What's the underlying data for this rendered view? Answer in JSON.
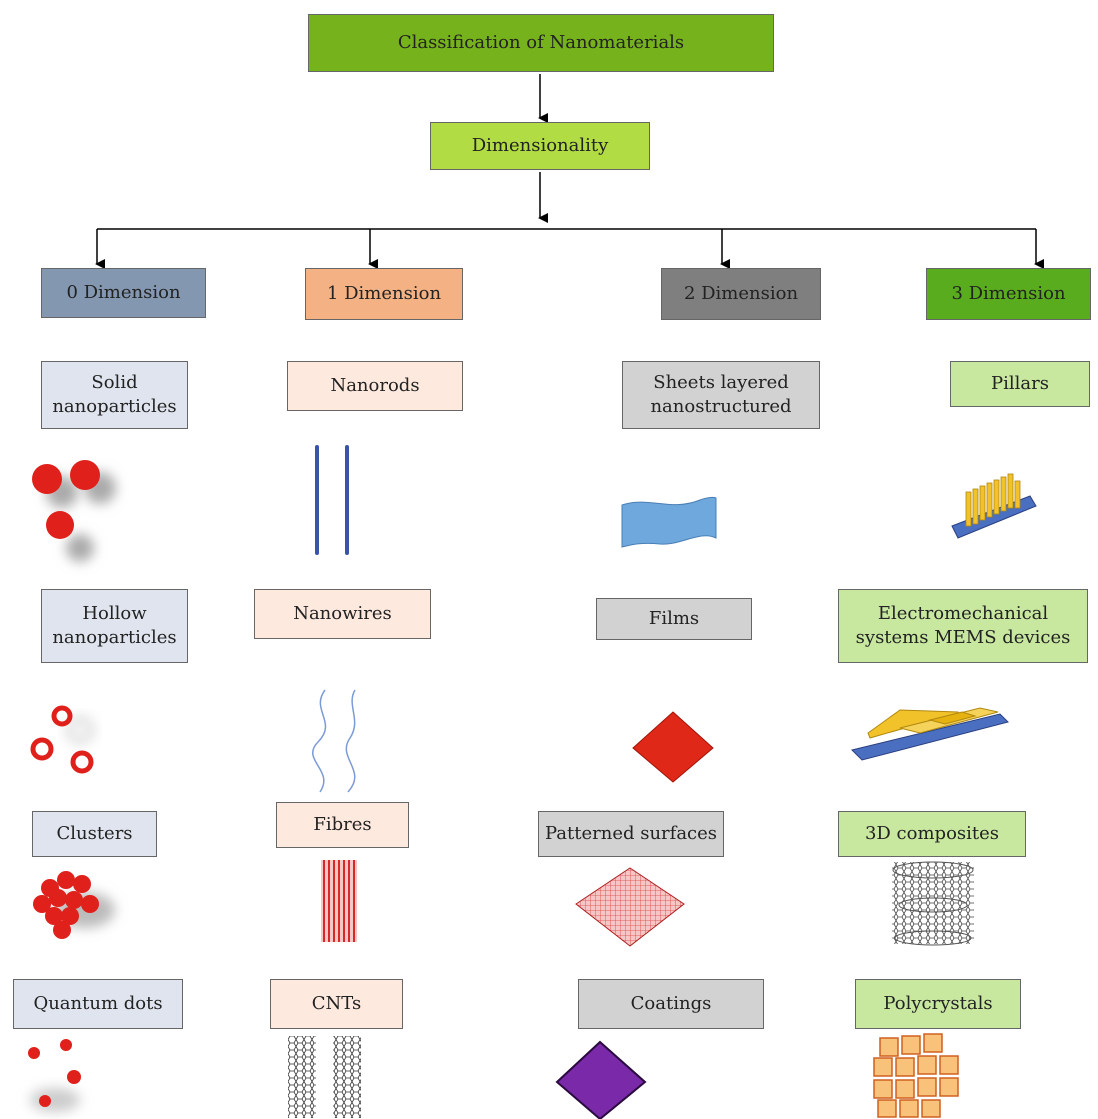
{
  "title": "Classification of Nanomaterials",
  "subtitle": "Dimensionality",
  "columns": [
    {
      "header": "0 Dimension",
      "items": [
        "Solid\nnanoparticles",
        "Hollow\nnanoparticles",
        "Clusters",
        "Quantum dots"
      ]
    },
    {
      "header": "1 Dimension",
      "items": [
        "Nanorods",
        "Nanowires",
        "Fibres",
        "CNTs"
      ]
    },
    {
      "header": "2 Dimension",
      "items": [
        "Sheets layered\nnanostructured",
        "Films",
        "Patterned surfaces",
        "Coatings"
      ]
    },
    {
      "header": "3 Dimension",
      "items": [
        "Pillars",
        "Electromechanical\nsystems MEMS devices",
        "3D composites",
        "Polycrystals"
      ]
    }
  ],
  "colors": {
    "top": "#76b21c",
    "dim": "#b2dc44",
    "d0": "#8497b0",
    "d1": "#f4b183",
    "d2": "#7f7f7f",
    "d3": "#5aac1f",
    "c0": "#dfe4ee",
    "c1": "#fde9dd",
    "c2": "#d2d2d2",
    "c3": "#c8e8a0",
    "particle": "#e0201a",
    "rod": "#3a55a8",
    "film": "#6fa8dc",
    "coating": "#7a2aa8",
    "gold": "#f2c22a"
  }
}
